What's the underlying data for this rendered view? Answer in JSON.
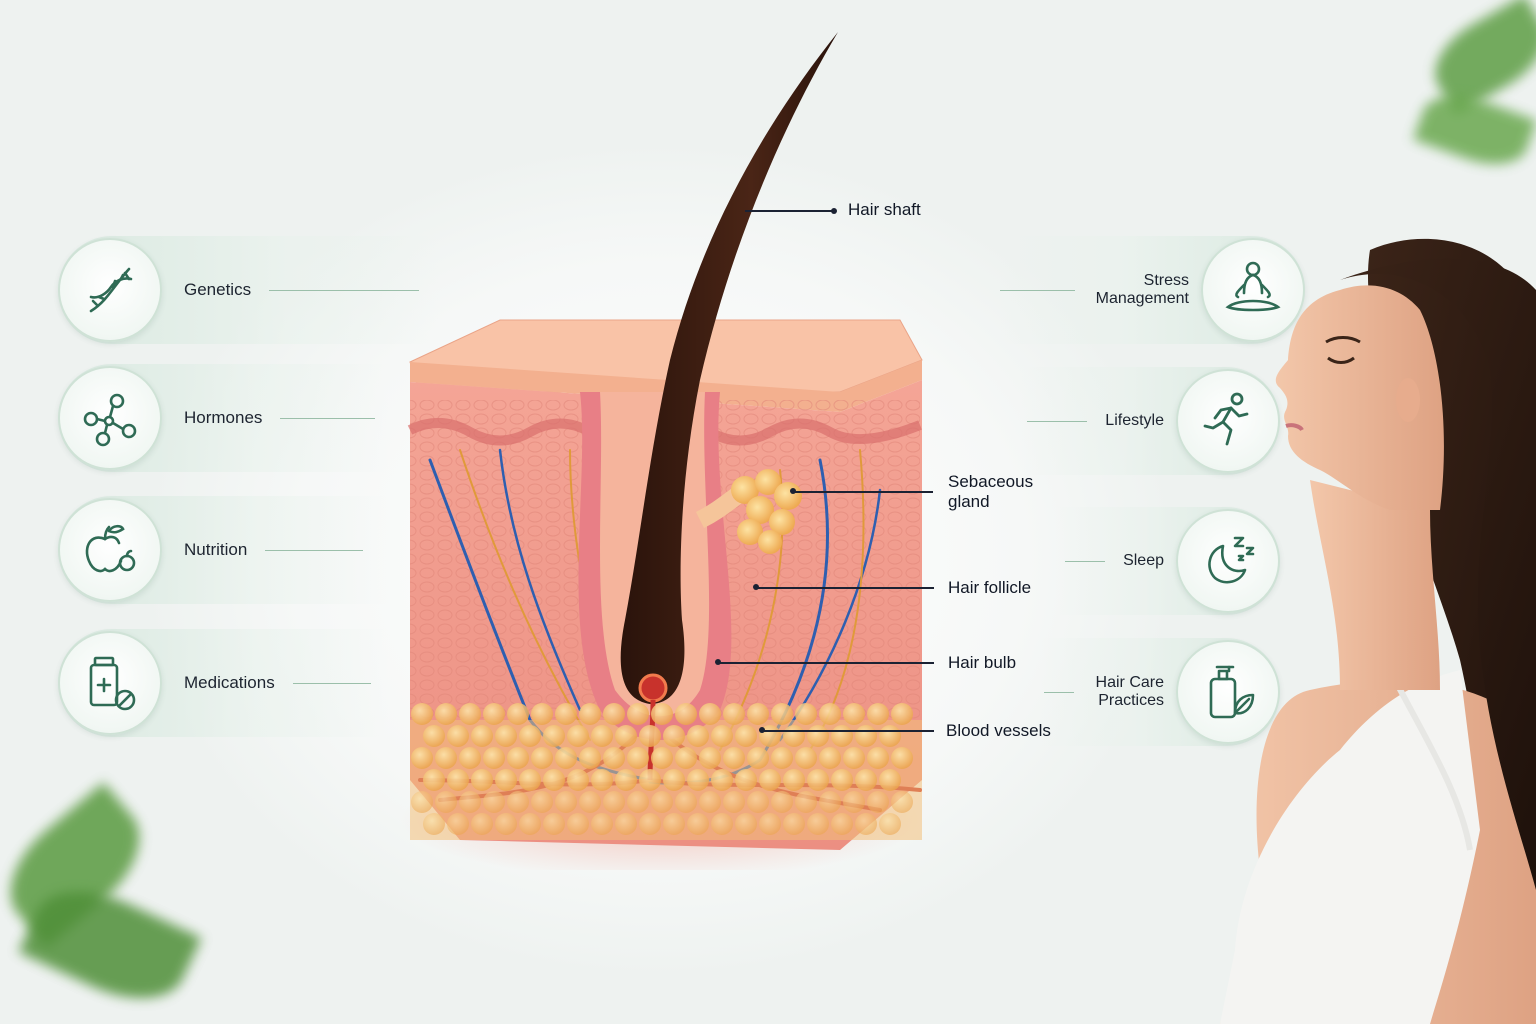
{
  "left_factors": [
    {
      "label": "Genetics",
      "icon": "dna-icon"
    },
    {
      "label": "Hormones",
      "icon": "molecule-icon"
    },
    {
      "label": "Nutrition",
      "icon": "apple-icon"
    },
    {
      "label": "Medications",
      "icon": "medicine-bottle-icon"
    }
  ],
  "right_factors": [
    {
      "label": "Stress Management",
      "icon": "meditation-icon"
    },
    {
      "label": "Lifestyle",
      "icon": "running-icon"
    },
    {
      "label": "Sleep",
      "icon": "moon-sleep-icon"
    },
    {
      "label": "Hair Care Practices",
      "icon": "pump-bottle-leaf-icon"
    }
  ],
  "diagram_labels": {
    "hair_shaft": "Hair shaft",
    "sebaceous_gland": "Sebaceous gland",
    "hair_follicle": "Hair follicle",
    "hair_bulb": "Hair bulb",
    "blood_vessels": "Blood vessels"
  },
  "colors": {
    "accent_green": "#2f6b55",
    "skin": "#f2a89a",
    "hair": "#3a1d12",
    "vein": "#2e5fb0",
    "artery": "#c8322c",
    "fat": "#f6c56e"
  }
}
